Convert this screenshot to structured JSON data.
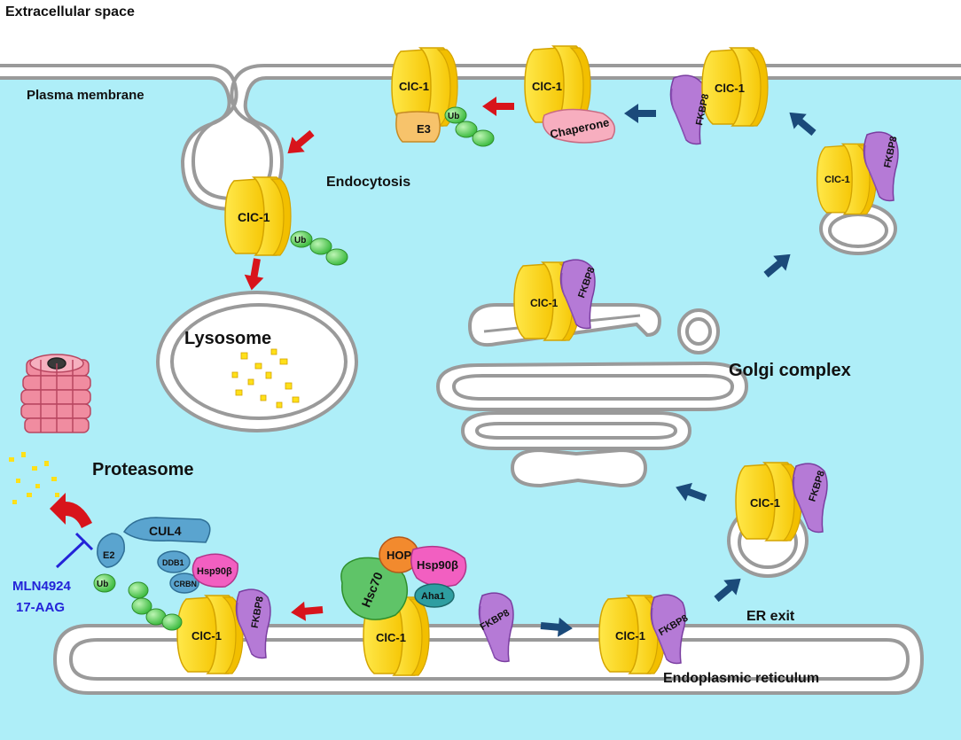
{
  "labels": {
    "extracellular": "Extracellular space",
    "plasma_membrane": "Plasma membrane",
    "endocytosis": "Endocytosis",
    "lysosome": "Lysosome",
    "proteasome": "Proteasome",
    "golgi": "Golgi complex",
    "er_exit": "ER exit",
    "er": "Endoplasmic reticulum",
    "inhibitor1": "MLN4924",
    "inhibitor2": "17-AAG"
  },
  "proteins": {
    "clc1": "ClC-1",
    "fkbp8": "FKBP8",
    "ub": "Ub",
    "e3": "E3",
    "e2": "E2",
    "chaperone": "Chaperone",
    "cul4": "CUL4",
    "ddb1": "DDB1",
    "crbn": "CRBN",
    "hsp90b": "Hsp90β",
    "hop": "HOP",
    "hsc70": "Hsc70",
    "aha1": "Aha1"
  },
  "colors": {
    "cytosol": "#aeeef8",
    "membrane": "#9a9a9a",
    "clc1": "#ffe019",
    "fkbp8": "#b57ad6",
    "ub": "#5dd65a",
    "degradation_arrow": "#d8141b",
    "trafficking_arrow": "#1b4a7a",
    "inhibitor": "#2323d8",
    "proteasome": "#f08ca0",
    "cul4": "#5aa4cf",
    "hsp90b": "#f25fc1",
    "hop": "#f28a2e",
    "hsc70": "#5fc468",
    "aha1": "#2e9ea1",
    "e3": "#f7c36b",
    "chaperone": "#f7aebf"
  }
}
